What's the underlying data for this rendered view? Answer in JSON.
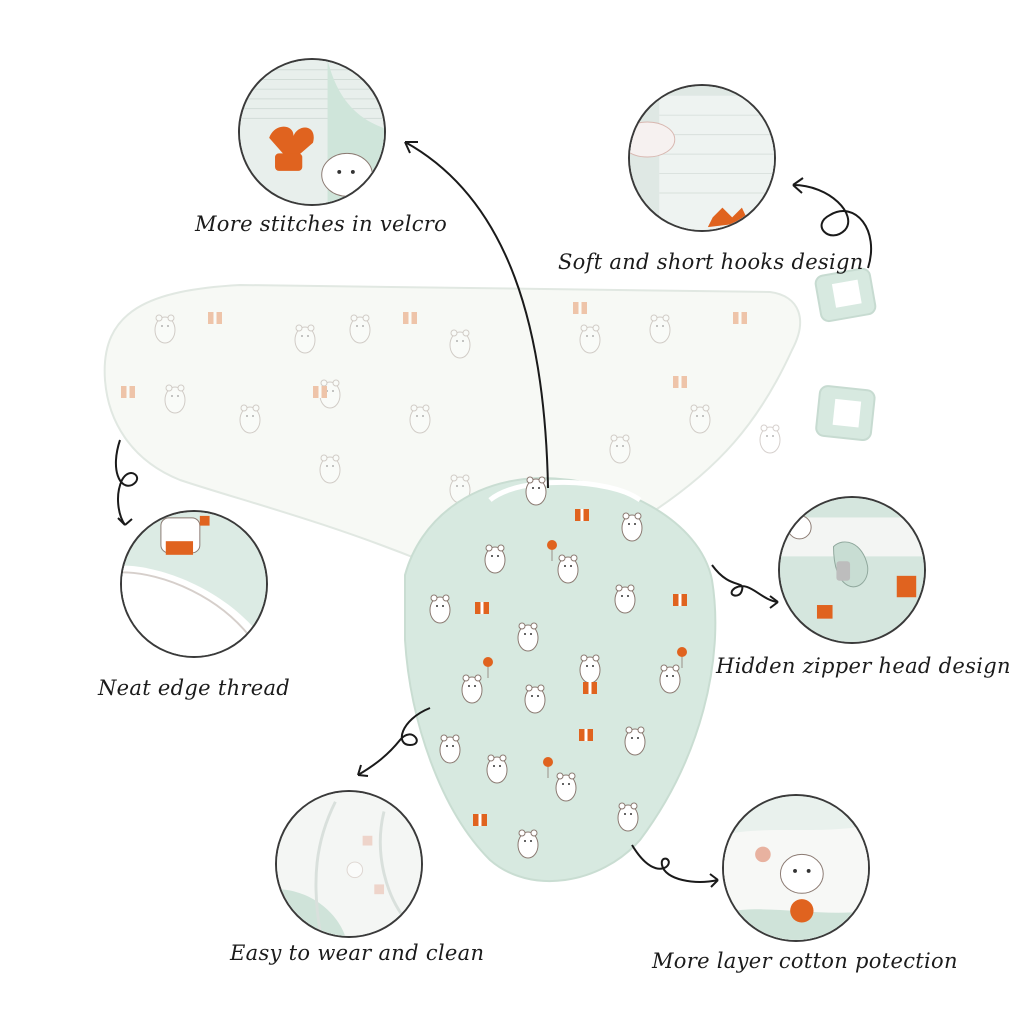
{
  "captions": {
    "velcro": "More stitches in velcro",
    "hooks": "Soft and short hooks design",
    "edge": "Neat edge thread",
    "zipper": "Hidden zipper head design",
    "wear": "Easy to wear and clean",
    "layer": "More layer cotton potection"
  },
  "colors": {
    "background": "#ffffff",
    "fabric_mint": "#d7e9e0",
    "fabric_white": "#f7f9f5",
    "accent_orange": "#e0631f",
    "text": "#1b1b1b"
  }
}
